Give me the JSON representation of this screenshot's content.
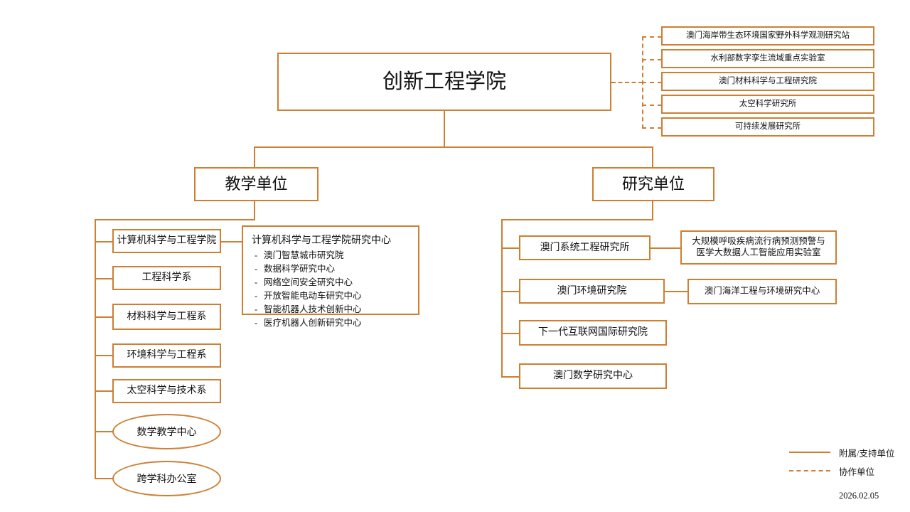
{
  "chart_meta": {
    "type": "org-chart",
    "accent_color": "#cd7f32",
    "background": "#ffffff"
  },
  "root": {
    "label": "创新工程学院"
  },
  "affiliated_units": {
    "relation": "dashed",
    "items": [
      {
        "label": "澳门海岸带生态环境国家野外科学观测研究站"
      },
      {
        "label": "水利部数字孪生流域重点实验室"
      },
      {
        "label": "澳门材料科学与工程研究院"
      },
      {
        "label": "太空科学研究所"
      },
      {
        "label": "可持续发展研究所"
      }
    ]
  },
  "branches": [
    {
      "id": "teaching",
      "label": "教学单位",
      "children": [
        {
          "label": "计算机科学与工程学院",
          "shape": "rect"
        },
        {
          "label": "工程科学系",
          "shape": "rect"
        },
        {
          "label": "材料科学与工程系",
          "shape": "rect"
        },
        {
          "label": "环境科学与工程系",
          "shape": "rect"
        },
        {
          "label": "太空科学与技术系",
          "shape": "rect"
        },
        {
          "label": "数学教学中心",
          "shape": "ellipse"
        },
        {
          "label": "跨学科办公室",
          "shape": "ellipse"
        }
      ]
    },
    {
      "id": "research",
      "label": "研究单位",
      "children": [
        {
          "label": "澳门系统工程研究所",
          "shape": "rect"
        },
        {
          "label": "澳门环境研究院",
          "shape": "rect"
        },
        {
          "label": "下一代互联网国际研究院",
          "shape": "rect"
        },
        {
          "label": "澳门数学研究中心",
          "shape": "rect"
        }
      ]
    }
  ],
  "cs_research_center": {
    "title": "计算机科学与工程学院研究中心",
    "items": [
      "澳门智慧城市研究院",
      "数据科学研究中心",
      "网络空间安全研究中心",
      "开放智能电动车研究中心",
      "智能机器人技术创新中心",
      "医疗机器人创新研究中心"
    ]
  },
  "research_subunits": [
    {
      "label": "大规模呼吸疾病流行病预测预警与\n医学大数据人工智能应用实验室"
    },
    {
      "label": "澳门海洋工程与环境研究中心"
    }
  ],
  "legend": {
    "solid_label": "附属/支持单位",
    "dashed_label": "协作单位"
  },
  "date": "2026.02.05"
}
